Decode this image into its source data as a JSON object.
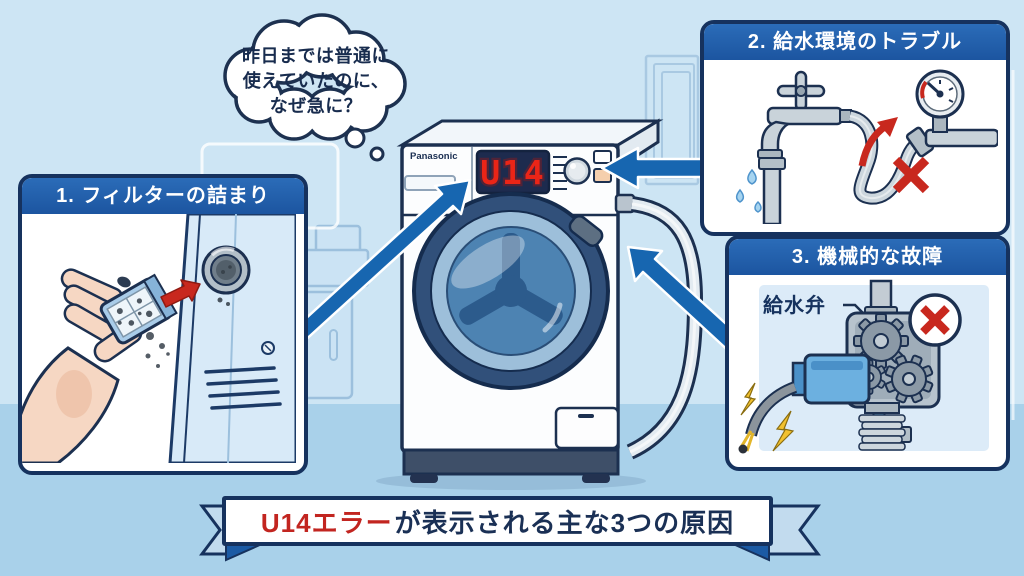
{
  "colors": {
    "background": "#cde5f4",
    "floor": "#a9d1ea",
    "box_border_navy": "#16325e",
    "header_blue": "#2364af",
    "arrow_blue": "#1766b0",
    "alert_red": "#c8281e",
    "display_red": "#ea2517",
    "display_background": "#1d2b4e"
  },
  "thought_bubble": {
    "lines": [
      "昨日までは普通に",
      "使えていたのに、",
      "なぜ急に？"
    ]
  },
  "machine": {
    "brand": "Panasonic",
    "display": "U14"
  },
  "causes": [
    {
      "title": "1. フィルターの詰まり"
    },
    {
      "title": "2. 給水環境のトラブル"
    },
    {
      "title": "3. 機械的な故障",
      "part_label": "給水弁"
    }
  ],
  "banner": {
    "highlight": "U14エラー",
    "rest": "が表示される主な3つの原因"
  }
}
